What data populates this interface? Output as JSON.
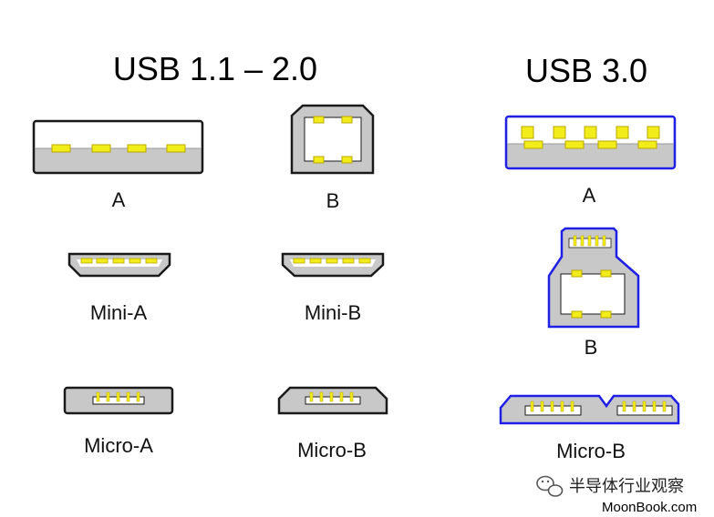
{
  "headings": {
    "usb2": "USB 1.1 – 2.0",
    "usb3": "USB 3.0"
  },
  "labels": {
    "usb2_a": "A",
    "usb2_b": "B",
    "mini_a": "Mini-A",
    "mini_b": "Mini-B",
    "micro_a": "Micro-A",
    "micro_b": "Micro-B",
    "usb3_a": "A",
    "usb3_b": "B",
    "usb3_micro_b": "Micro-B"
  },
  "watermark": {
    "channel": "半导体行业观察",
    "site": "MoonBook.com"
  },
  "colors": {
    "body": "#c8c8c8",
    "white": "#ffffff",
    "outline": "#1a1a1a",
    "pin": "#f2ec1a",
    "pin_edge": "#b8a800",
    "usb3_outline": "#1f1fe6",
    "text": "#000000"
  }
}
